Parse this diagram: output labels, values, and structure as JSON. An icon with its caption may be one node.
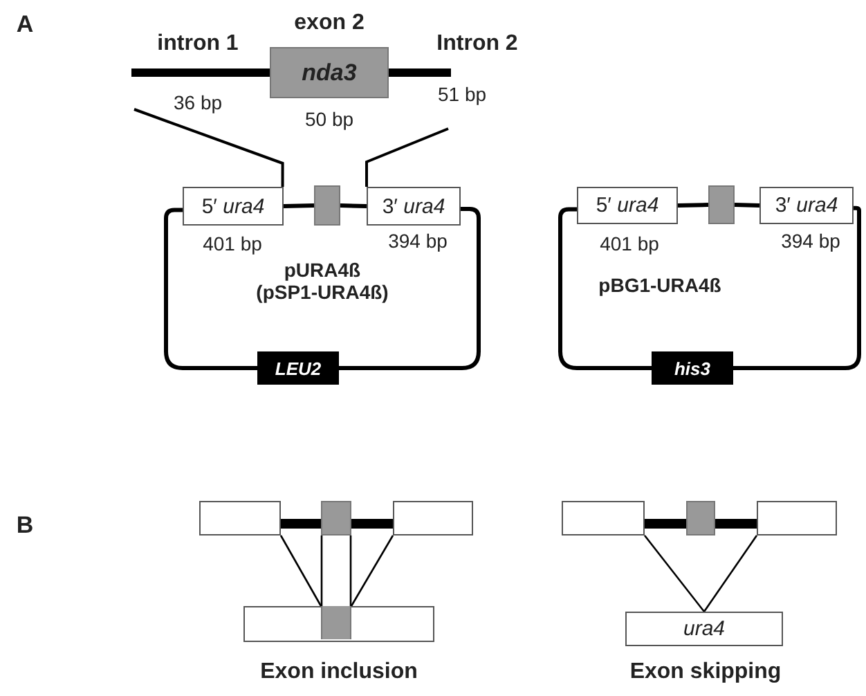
{
  "diagram": {
    "nodes": [
      {
        "text": [
          "nda3"
        ],
        "beside": [
          "exon 2",
          "50 bp"
        ]
      },
      {
        "text": [
          "5′ *ura4*"
        ],
        "beside": [
          "401 bp"
        ]
      },
      {
        "text": [],
        "shape": "box"
      },
      {
        "text": [
          "3′ *ura4*"
        ],
        "beside": [
          "394 bp"
        ]
      },
      {
        "text": [
          "LEU2"
        ]
      },
      {
        "text": [
          "5′ *ura4*"
        ],
        "beside": [
          "401 bp"
        ]
      },
      {
        "text": [],
        "shape": "box"
      },
      {
        "text": [
          "3′ *ura4*"
        ],
        "beside": [
          "394 bp"
        ]
      },
      {
        "text": [
          "his3"
        ]
      },
      {
        "text": [],
        "shape": "box"
      },
      {
        "text": [],
        "shape": "box"
      },
      {
        "text": [],
        "shape": "box"
      },
      {
        "text": [],
        "shape": "box"
      },
      {
        "text": [],
        "shape": "box",
        "in": 12
      },
      {
        "text": [],
        "shape": "box"
      },
      {
        "text": [],
        "shape": "box"
      },
      {
        "text": [],
        "shape": "box"
      },
      {
        "text": [
          "ura4"
        ]
      }
    ],
    "edges": [
      {
        "from": null,
        "to": 1,
        "arrow": "none"
      },
      {
        "from": null,
        "to": 3,
        "arrow": "none"
      },
      {
        "from": 1,
        "to": 2,
        "arrow": "none"
      },
      {
        "from": 2,
        "to": 3,
        "arrow": "none"
      },
      {
        "from": 3,
        "to": 4,
        "arrow": "none"
      },
      {
        "from": 4,
        "to": 1,
        "arrow": "none"
      },
      {
        "from": 5,
        "to": 6,
        "arrow": "none"
      },
      {
        "from": 6,
        "to": 7,
        "arrow": "none"
      },
      {
        "from": 7,
        "to": 8,
        "arrow": "none"
      },
      {
        "from": 8,
        "to": 5,
        "arrow": "none"
      },
      {
        "from": 9,
        "to": 10,
        "arrow": "none",
        "style": "thick"
      },
      {
        "from": 10,
        "to": 11,
        "arrow": "none",
        "style": "thick"
      },
      {
        "from": 9,
        "to": 12,
        "arrow": "none"
      },
      {
        "from": 10,
        "to": 13,
        "arrow": "none"
      },
      {
        "from": 11,
        "to": 12,
        "arrow": "none"
      },
      {
        "from": 14,
        "to": 15,
        "arrow": "none",
        "style": "thick"
      },
      {
        "from": 15,
        "to": 16,
        "arrow": "none",
        "style": "thick"
      },
      {
        "from": 14,
        "to": 17,
        "arrow": "none"
      },
      {
        "from": 16,
        "to": 17,
        "arrow": "none"
      }
    ],
    "labels": [
      "A",
      "intron 1",
      "Intron 2",
      "36 bp",
      "51 bp",
      "pURA4ß (pSP1-URA4ß)",
      "pBG1-URA4ß",
      "B",
      "Exon inclusion",
      "Exon skipping"
    ]
  }
}
